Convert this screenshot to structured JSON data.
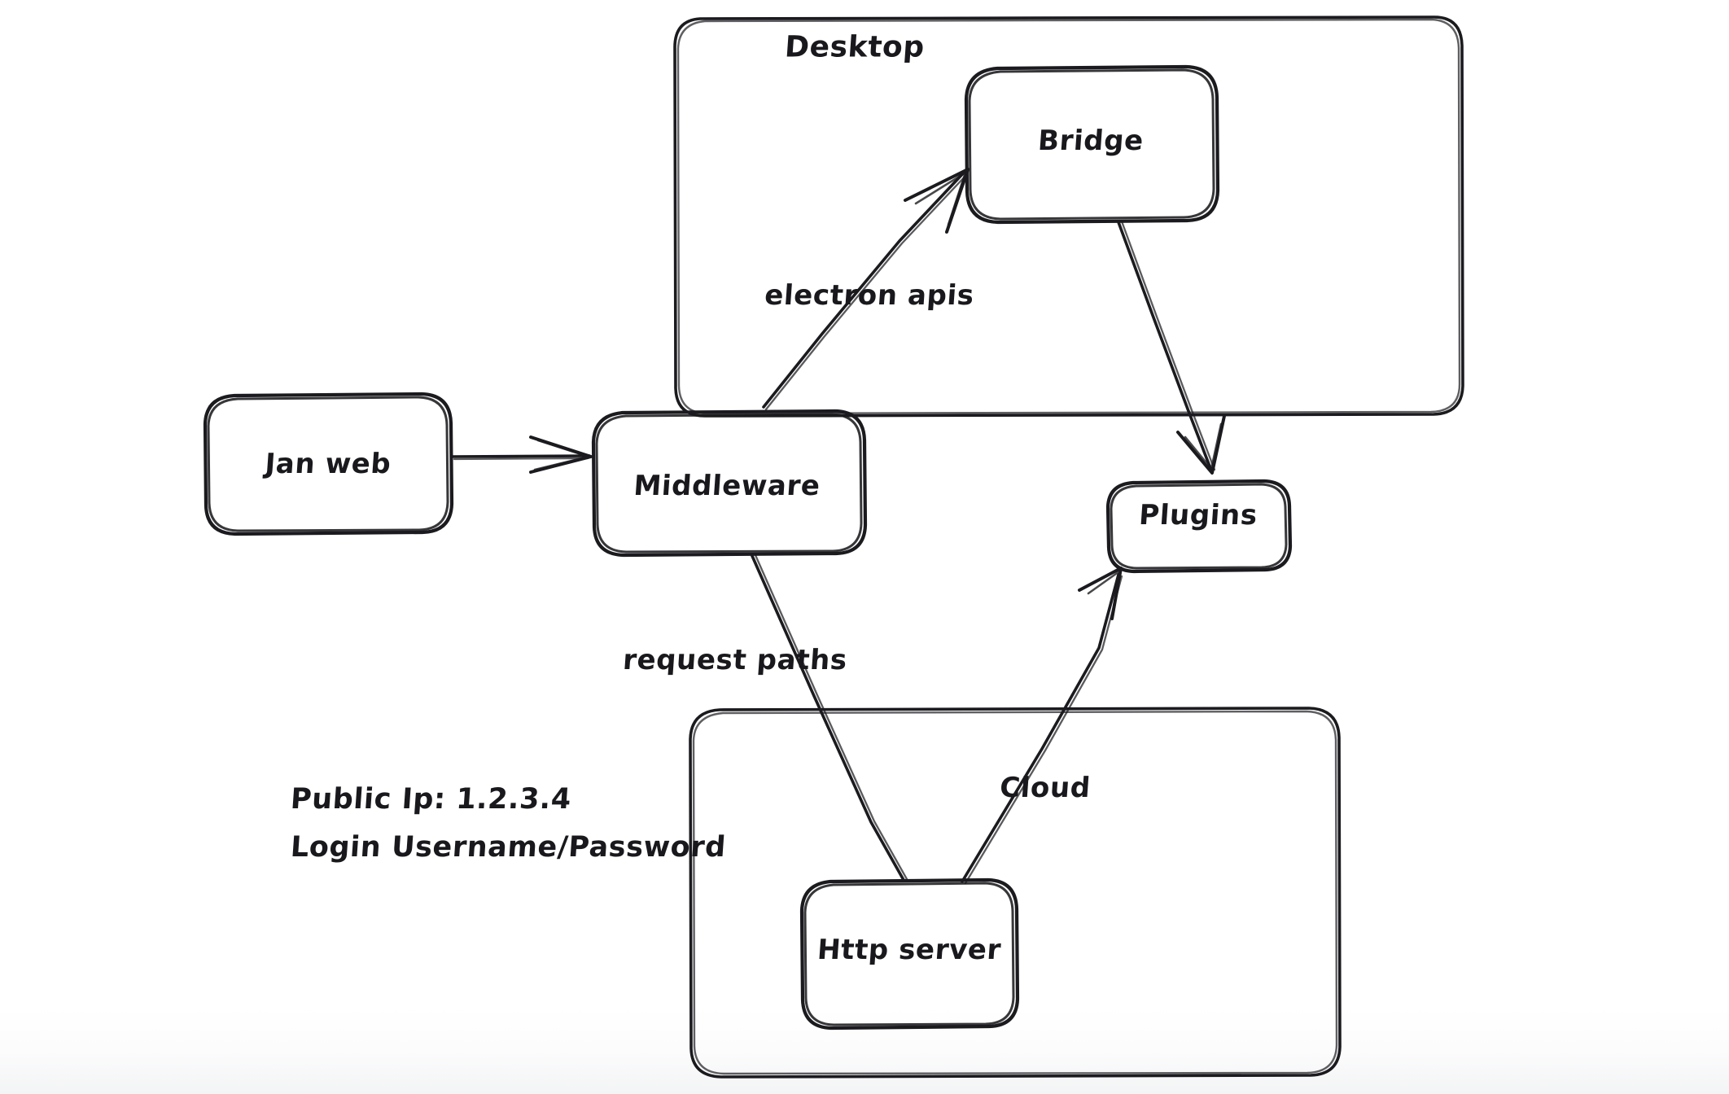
{
  "diagram": {
    "title": "Jan architecture whiteboard diagram",
    "style": "hand-drawn whiteboard sketch",
    "background_color": "#ffffff",
    "stroke_color": "#1b1b1f"
  },
  "containers": [
    {
      "id": "desktop",
      "label": "Desktop"
    },
    {
      "id": "cloud",
      "label": "Cloud"
    }
  ],
  "nodes": [
    {
      "id": "jan-web",
      "label": "Jan web"
    },
    {
      "id": "middleware",
      "label": "Middleware"
    },
    {
      "id": "bridge",
      "label": "Bridge"
    },
    {
      "id": "plugins",
      "label": "Plugins"
    },
    {
      "id": "http-server",
      "label": "Http server"
    }
  ],
  "edges": [
    {
      "id": "janweb-to-middleware",
      "from": "jan-web",
      "to": "middleware",
      "label": ""
    },
    {
      "id": "middleware-to-bridge",
      "from": "middleware",
      "to": "bridge",
      "label": "electron apis"
    },
    {
      "id": "bridge-to-plugins",
      "from": "bridge",
      "to": "plugins",
      "label": ""
    },
    {
      "id": "middleware-to-httpserver",
      "from": "middleware",
      "to": "http-server",
      "label": "request paths"
    },
    {
      "id": "httpserver-to-plugins",
      "from": "http-server",
      "to": "plugins",
      "label": ""
    }
  ],
  "notes": {
    "public_ip": "Public Ip: 1.2.3.4",
    "login": "Login Username/Password"
  }
}
